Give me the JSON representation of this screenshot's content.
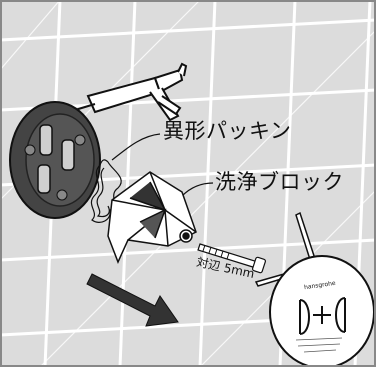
{
  "labels": {
    "gasket": "異形パッキン",
    "block": "洗浄ブロック",
    "wrench": "対辺 5mm"
  },
  "cover_plate": {
    "brand": "hansgrohe"
  },
  "colors": {
    "background": "#ffffff",
    "wall": "#dddddd",
    "tile_line": "#ffffff",
    "ink": "#111111",
    "arrow": "#333333",
    "frame": "#888888"
  }
}
